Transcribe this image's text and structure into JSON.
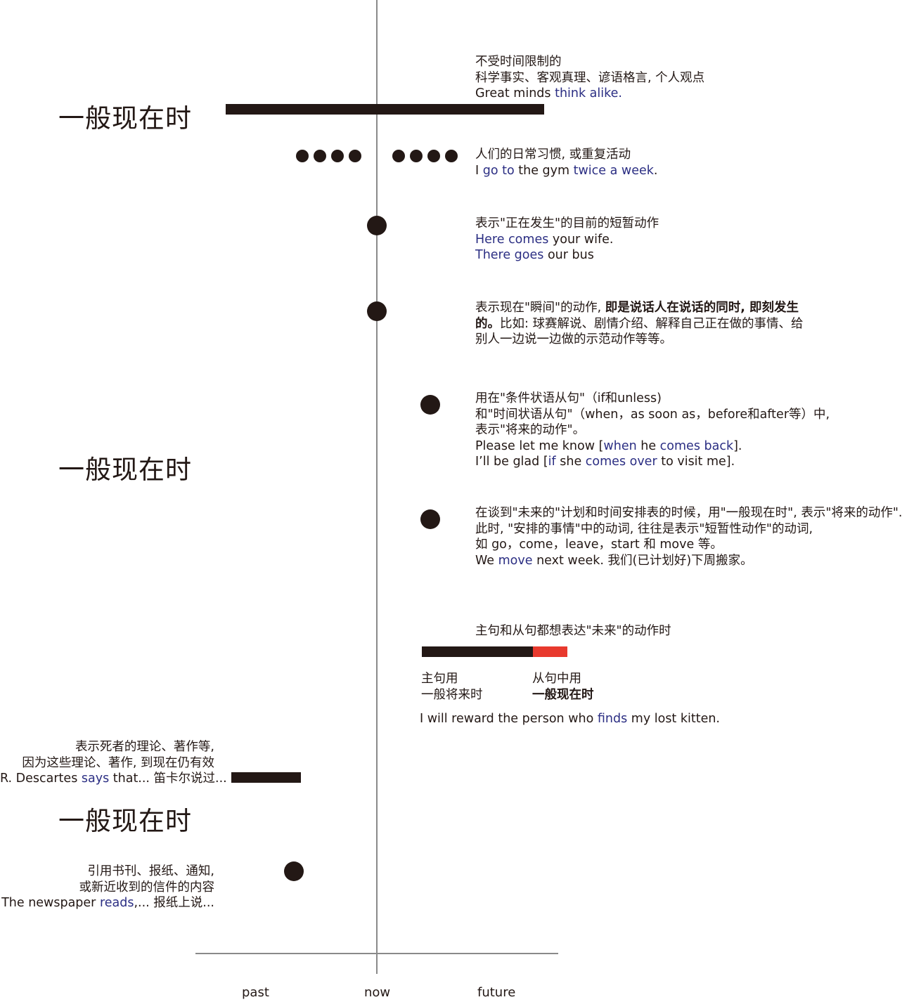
{
  "headings": [
    "一般现在时",
    "一般现在时",
    "一般现在时"
  ],
  "axis": {
    "past": "past",
    "now": "now",
    "future": "future"
  },
  "colors": {
    "ink": "#231815",
    "highlight": "#2b2e83",
    "accent": "#e8392d",
    "axis": "#8a8a8a"
  },
  "notes": {
    "timeless": {
      "line1": "不受时间限制的",
      "line2": "科学事实、客观真理、谚语格言, 个人观点",
      "ex_a": "Great minds ",
      "ex_b": "think alike."
    },
    "habit": {
      "line1": "人们的日常习惯, 或重复活动",
      "ex_a": "I ",
      "ex_b": "go to",
      "ex_c": " the gym ",
      "ex_d": "twice a week",
      "ex_e": "."
    },
    "short_action": {
      "line1": "表示\"正在发生\"的目前的短暂动作",
      "ex1_a": "Here comes",
      "ex1_b": " your wife.",
      "ex2_a": "There goes",
      "ex2_b": " our bus"
    },
    "instant": {
      "l1_a": "表示现在\"瞬间\"的动作, ",
      "l1_b": "即是说话人在说话的同时, 即刻发生",
      "l2_a": "的。",
      "l2_b": "比如: 球赛解说、剧情介绍、解释自己正在做的事情、给",
      "line3": "别人一边说一边做的示范动作等等。"
    },
    "conditional": {
      "line1": "用在\"条件状语从句\"（if和unless)",
      "line2": "和\"时间状语从句\"（when，as soon as，before和after等）中,",
      "line3": "表示\"将来的动作\"。",
      "ex1_a": "Please let me know [",
      "ex1_b": "when",
      "ex1_c": " he ",
      "ex1_d": "comes back",
      "ex1_e": "].",
      "ex2_a": "I’ll be glad [",
      "ex2_b": "if",
      "ex2_c": " she ",
      "ex2_d": "comes over",
      "ex2_e": " to visit me]."
    },
    "schedule": {
      "line1": "在谈到\"未来的\"计划和时间安排表的时候，用\"一般现在时\", 表示\"将来的动作\".",
      "line2": "此时, \"安排的事情\"中的动词, 往往是表示\"短暂性动作\"的动词,",
      "line3": "如 go，come，leave，start 和 move 等。",
      "ex_a": "We ",
      "ex_b": "move",
      "ex_c": " next week. 我们(已计划好)下周搬家。"
    },
    "future_both": {
      "title": "主句和从句都想表达\"未来\"的动作时",
      "main_l1": "主句用",
      "main_l2": "一般将来时",
      "sub_l1": "从句中用",
      "sub_l2": "一般现在时",
      "ex_a": "I will reward the person who ",
      "ex_b": "finds",
      "ex_c": " my lost kitten."
    },
    "dead_author": {
      "line1": "表示死者的理论、著作等,",
      "line2": "因为这些理论、著作, 到现在仍有效",
      "ex_a": "R. Descartes ",
      "ex_b": "says",
      "ex_c": " that... 笛卡尔说过..."
    },
    "quote": {
      "line1": "引用书刊、报纸、通知,",
      "line2": "或新近收到的信件的内容",
      "ex_a": "The newspaper ",
      "ex_b": "reads",
      "ex_c": ",... 报纸上说..."
    }
  }
}
